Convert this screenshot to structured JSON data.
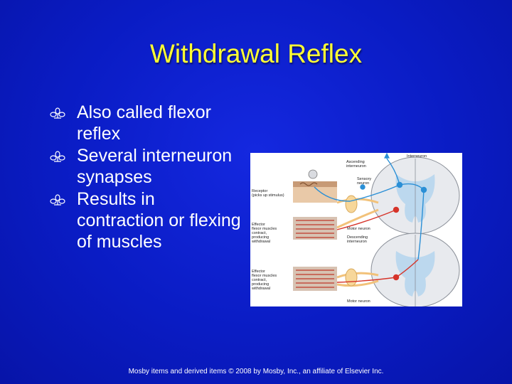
{
  "slide": {
    "title": "Withdrawal Reflex",
    "bullets": [
      "Also called flexor reflex",
      "Several interneuron synapses",
      "Results in contraction or flexing of muscles"
    ],
    "bullet_icon": "flower-dingbat-icon",
    "copyright": "Mosby items and derived items © 2008 by Mosby, Inc., an affiliate of Elsevier Inc."
  },
  "figure": {
    "labels": {
      "interneuron": "Interneuron",
      "ascending": "Ascending",
      "ascending2": "interneuron",
      "sensory": "Sensory",
      "sensory2": "neuron",
      "receptor": "Receptor",
      "receptor2": "(picks up stimulus)",
      "effector1": "Effector",
      "effector1b": "flexor muscles",
      "effector1c": "contract,",
      "effector1d": "producing",
      "effector1e": "withdrawal",
      "motor1": "Motor neuron",
      "descending": "Descending",
      "descending2": "interneuron",
      "effector2": "Effector",
      "effector2b": "flexor muscles",
      "effector2c": "contract,",
      "effector2d": "producing",
      "effector2e": "withdrawal",
      "motor2": "Motor neuron"
    }
  },
  "colors": {
    "background": "#0a1ec8",
    "title": "#ffff33",
    "text": "#ffffff"
  }
}
